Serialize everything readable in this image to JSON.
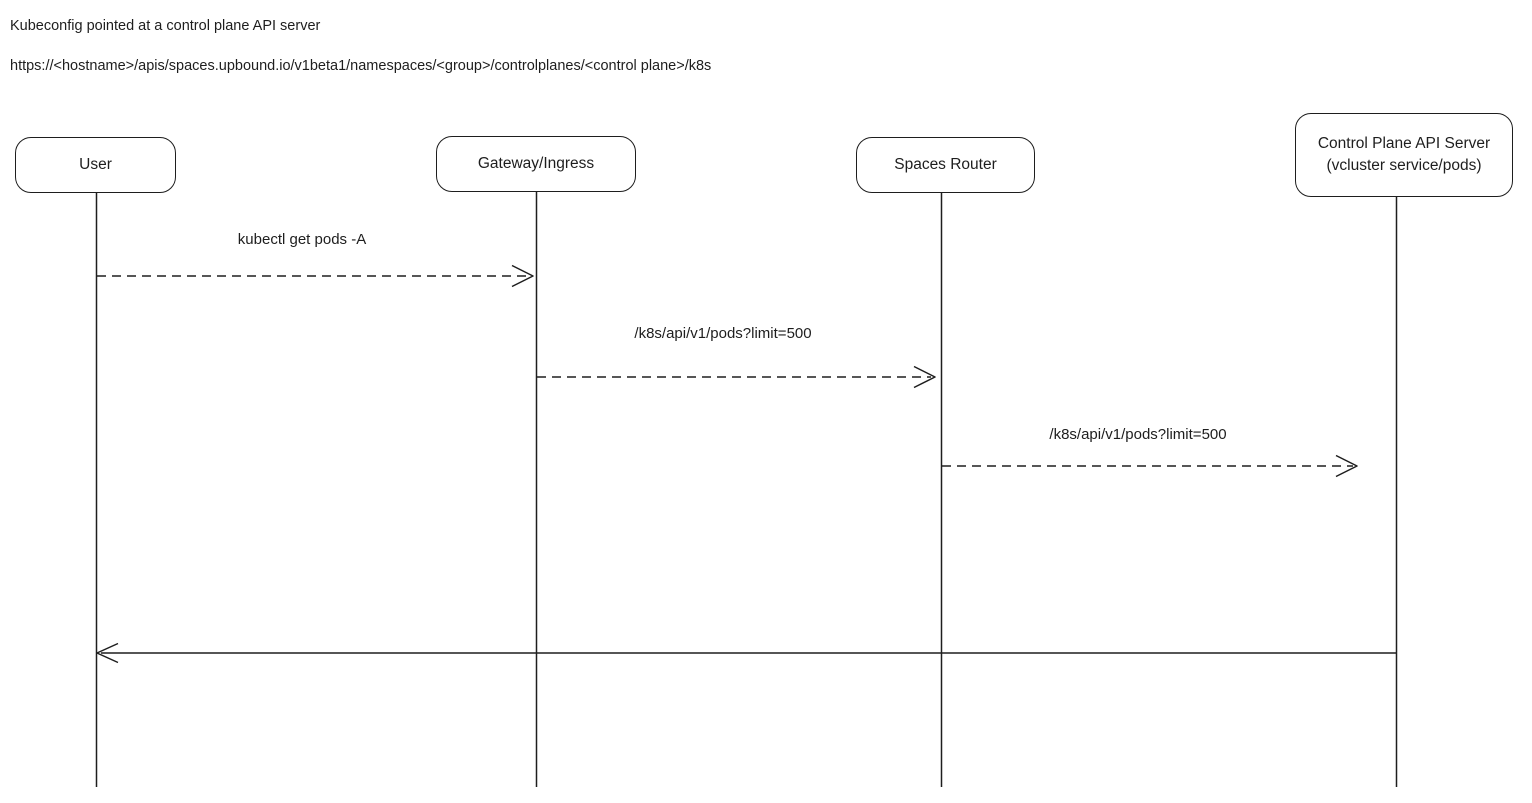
{
  "header": {
    "line1": "Kubeconfig pointed at a control plane API server",
    "line2": "https://<hostname>/apis/spaces.upbound.io/v1beta1/namespaces/<group>/controlplanes/<control plane>/k8s"
  },
  "diagram": {
    "type": "sequence",
    "colors": {
      "stroke": "#1e1e1e",
      "text": "#1e1e1e",
      "background": "#ffffff"
    },
    "actors": [
      {
        "id": "user",
        "label": "User"
      },
      {
        "id": "gateway",
        "label": "Gateway/Ingress"
      },
      {
        "id": "spaces-router",
        "label": "Spaces Router"
      },
      {
        "id": "control-plane-api-server",
        "label": "Control Plane API Server",
        "sublabel": "(vcluster service/pods)"
      }
    ],
    "messages": [
      {
        "from": "user",
        "to": "gateway",
        "label": "kubectl get pods -A",
        "line_style": "dashed",
        "direction": "right"
      },
      {
        "from": "gateway",
        "to": "spaces-router",
        "label": "/k8s/api/v1/pods?limit=500",
        "line_style": "dashed",
        "direction": "right"
      },
      {
        "from": "spaces-router",
        "to": "control-plane-api-server",
        "label": "/k8s/api/v1/pods?limit=500",
        "line_style": "dashed",
        "direction": "right"
      },
      {
        "from": "control-plane-api-server",
        "to": "user",
        "label": "",
        "line_style": "solid",
        "direction": "left"
      }
    ]
  }
}
